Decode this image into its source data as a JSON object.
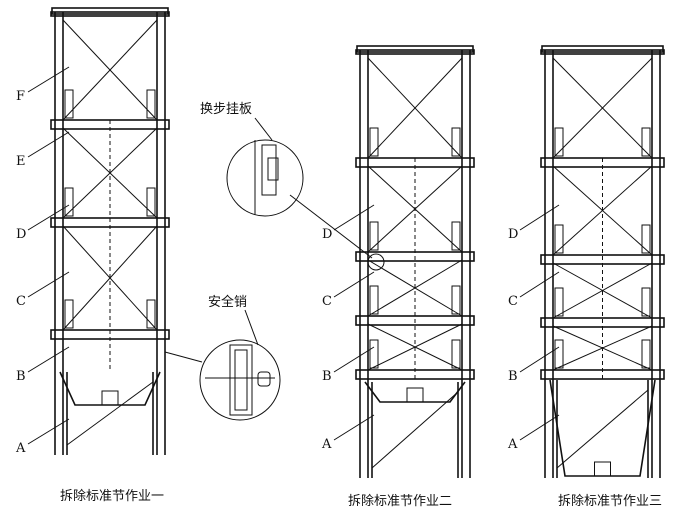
{
  "towers": [
    {
      "caption": "拆除标准节作业一",
      "labels": [
        "F",
        "E",
        "D",
        "C",
        "B",
        "A"
      ]
    },
    {
      "caption": "拆除标准节作业二",
      "labels": [
        "D",
        "C",
        "B",
        "A"
      ]
    },
    {
      "caption": "拆除标准节作业三",
      "labels": [
        "D",
        "C",
        "B",
        "A"
      ]
    }
  ],
  "callouts": {
    "step_plate": "换步挂板",
    "safety_pin": "安全销"
  }
}
